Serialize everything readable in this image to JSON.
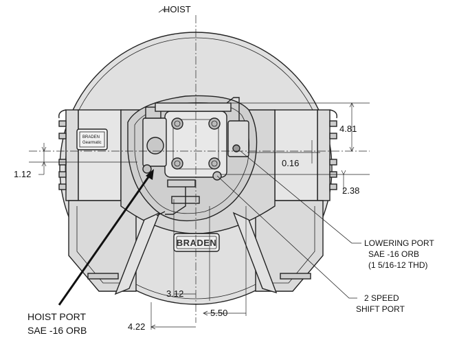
{
  "labels": {
    "hoist": "HOIST",
    "nameplate": "BRADEN",
    "small_plate_line1": "BRADEN",
    "small_plate_line2": "Gearmatic"
  },
  "dimensions": {
    "d_4_81": "4.81",
    "d_1_12": "1.12",
    "d_0_16": "0.16",
    "d_2_38": "2.38",
    "d_3_12": "3.12",
    "d_5_50": "5.50",
    "d_4_22": "4.22"
  },
  "callouts": {
    "lowering_port": [
      "LOWERING PORT",
      "SAE -16 ORB",
      "(1 5/16-12 THD)"
    ],
    "two_speed": [
      "2 SPEED",
      "SHIFT PORT"
    ],
    "hoist_port": [
      "HOIST PORT",
      "SAE -16 ORB"
    ]
  }
}
